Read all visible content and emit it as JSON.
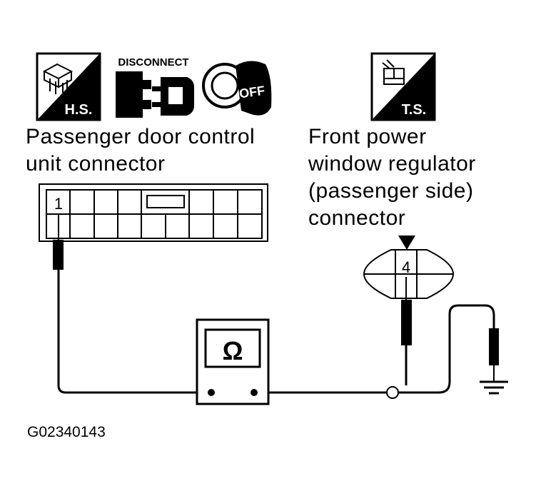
{
  "icons": {
    "hs_label": "H.S.",
    "disconnect_label": "DISCONNECT",
    "ignition_off_label": "OFF",
    "ts_label": "T.S."
  },
  "left_connector": {
    "title_line1": "Passenger door control",
    "title_line2": "unit connector",
    "pin": "1"
  },
  "right_connector": {
    "title_line1": "Front power",
    "title_line2": "window regulator",
    "title_line3": "(passenger side)",
    "title_line4": "connector",
    "pin": "4"
  },
  "meter": {
    "symbol": "Ω"
  },
  "figure_id": "G02340143"
}
